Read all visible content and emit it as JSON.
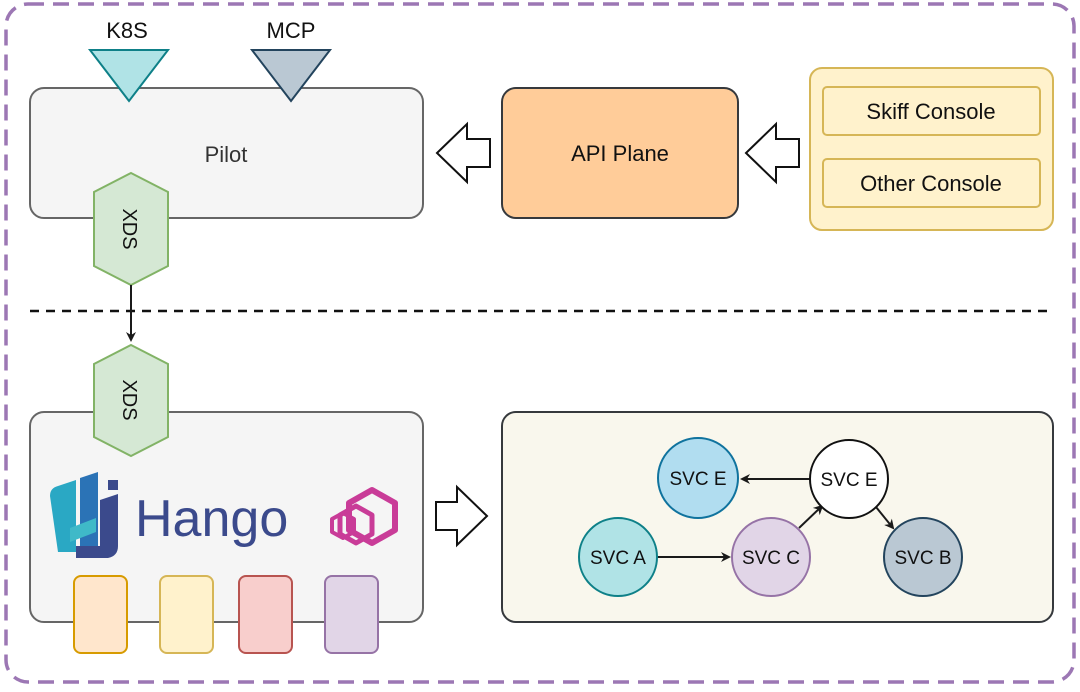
{
  "inputs": {
    "k8s": "K8S",
    "mcp": "MCP"
  },
  "control_plane": {
    "pilot": "Pilot",
    "xds_top": "XDS",
    "api_plane": "API Plane",
    "consoles": {
      "skiff": "Skiff Console",
      "other": "Other Console"
    }
  },
  "data_plane": {
    "xds_bottom": "XDS",
    "logo_text": "Hango",
    "services": {
      "svc_a": "SVC A",
      "svc_c": "SVC C",
      "svc_e_left": "SVC E",
      "svc_e_right": "SVC E",
      "svc_b": "SVC B"
    }
  },
  "colors": {
    "frame_border": "#9c77b4",
    "pilot_fill": "#f5f5f5",
    "api_plane_fill": "#ffcc99",
    "console_fill": "#fff2cc",
    "console_border": "#d6b656",
    "xds_fill": "#d5e8d4",
    "xds_border": "#82b366",
    "k8s_fill": "#b0e3e6",
    "mcp_fill": "#bac8d3",
    "svc_a_fill": "#b0e3e6",
    "svc_c_fill": "#e1d5e7",
    "svc_e_left_fill": "#b1ddf0",
    "svc_b_fill": "#bac8d3",
    "mesh_panel_fill": "#f9f7ed",
    "hango_blue": "#3b4a8c",
    "envoy_pink": "#c93c98"
  },
  "icons": [
    "hango-logo-icon",
    "envoy-logo-icon",
    "hollow-arrow-left-icon",
    "hollow-arrow-right-icon"
  ]
}
